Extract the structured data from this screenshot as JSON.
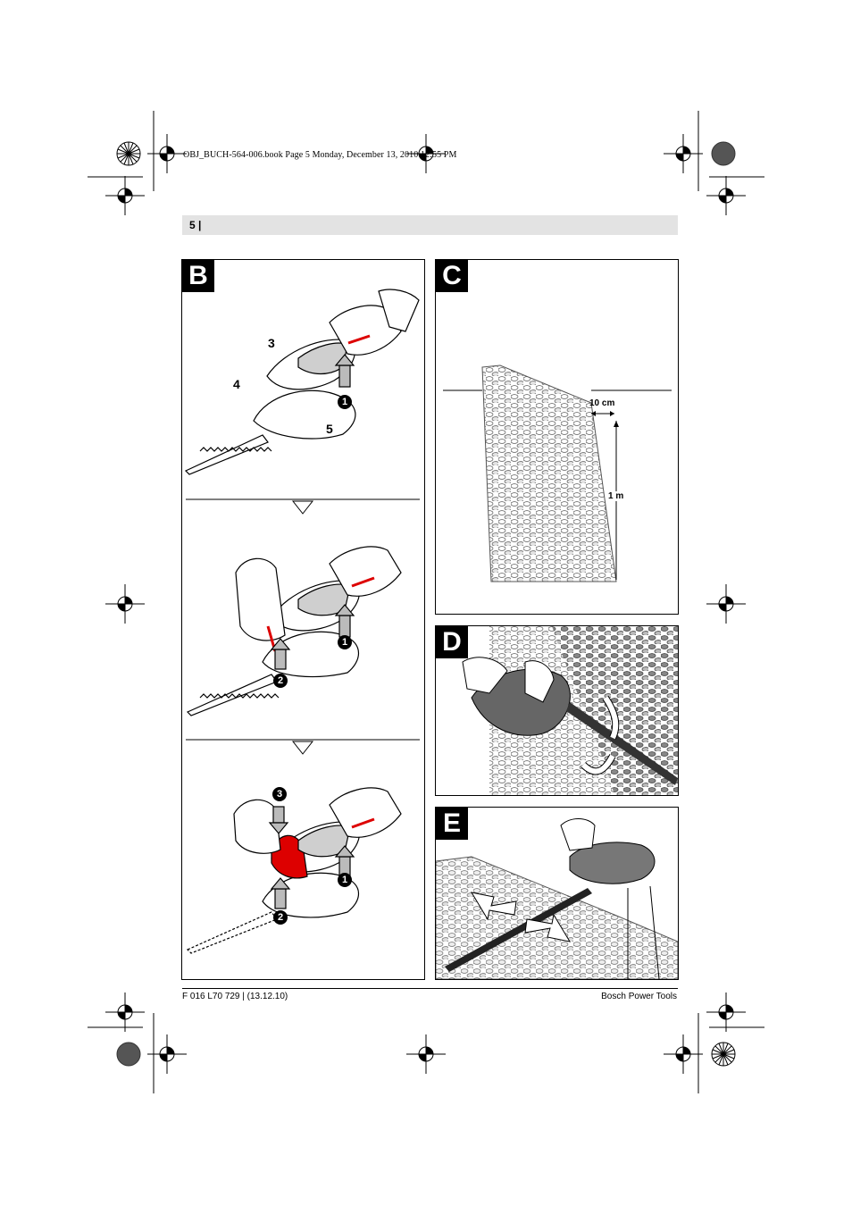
{
  "header": {
    "book_info": "OBJ_BUCH-564-006.book  Page 5  Monday, December 13, 2010  12:55 PM"
  },
  "page_bar": {
    "label": "5 |"
  },
  "panels": {
    "B": {
      "letter": "B",
      "callouts": {
        "c3": "3",
        "c4": "4",
        "c5": "5"
      },
      "steps": {
        "s1": "1",
        "s2": "2",
        "s3": "3"
      }
    },
    "C": {
      "letter": "C",
      "dim_width": "10 cm",
      "dim_height": "1 m"
    },
    "D": {
      "letter": "D"
    },
    "E": {
      "letter": "E"
    }
  },
  "footer": {
    "left": "F 016 L70 729 | (13.12.10)",
    "right": "Bosch Power Tools"
  }
}
